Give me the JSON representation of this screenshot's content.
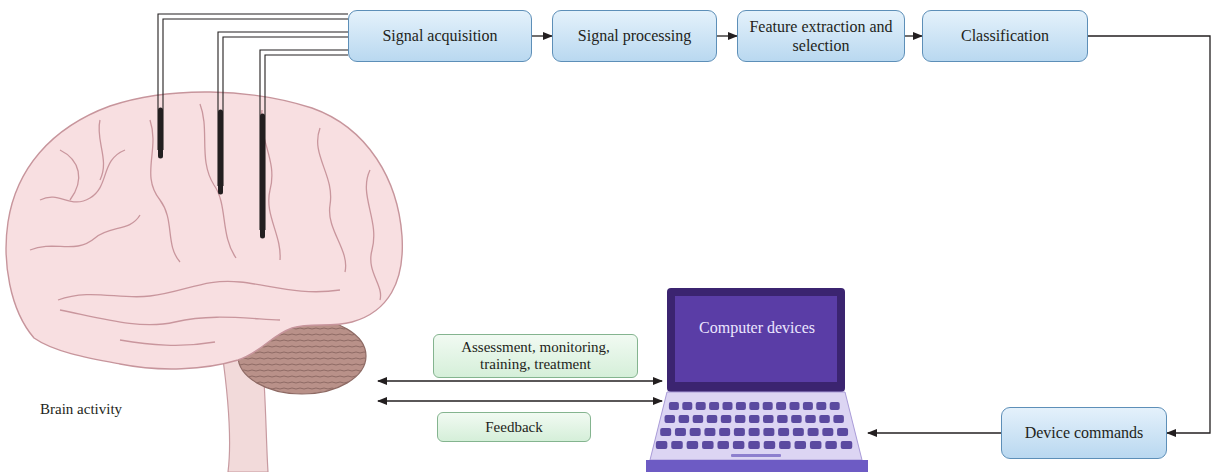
{
  "diagram": {
    "nodes": [
      {
        "text": [
          "Signal acquisition"
        ]
      },
      {
        "text": [
          "Signal processing"
        ]
      },
      {
        "text": [
          "Feature extraction and selection"
        ]
      },
      {
        "text": [
          "Classification"
        ]
      },
      {
        "text": [
          "Assessment, monitoring, training, treatment"
        ]
      },
      {
        "text": [
          "Feedback"
        ]
      },
      {
        "text": [
          "Computer devices"
        ]
      },
      {
        "text": [
          "Device commands"
        ]
      }
    ],
    "edges": [
      {
        "from": 0,
        "to": 1,
        "arrow": "to"
      },
      {
        "from": 1,
        "to": 2,
        "arrow": "to"
      },
      {
        "from": 2,
        "to": 3,
        "arrow": "to"
      },
      {
        "from": 3,
        "to": 7,
        "arrow": "to"
      },
      {
        "from": 7,
        "to": 6,
        "arrow": "to"
      }
    ],
    "labels": [
      "Brain activity"
    ]
  }
}
